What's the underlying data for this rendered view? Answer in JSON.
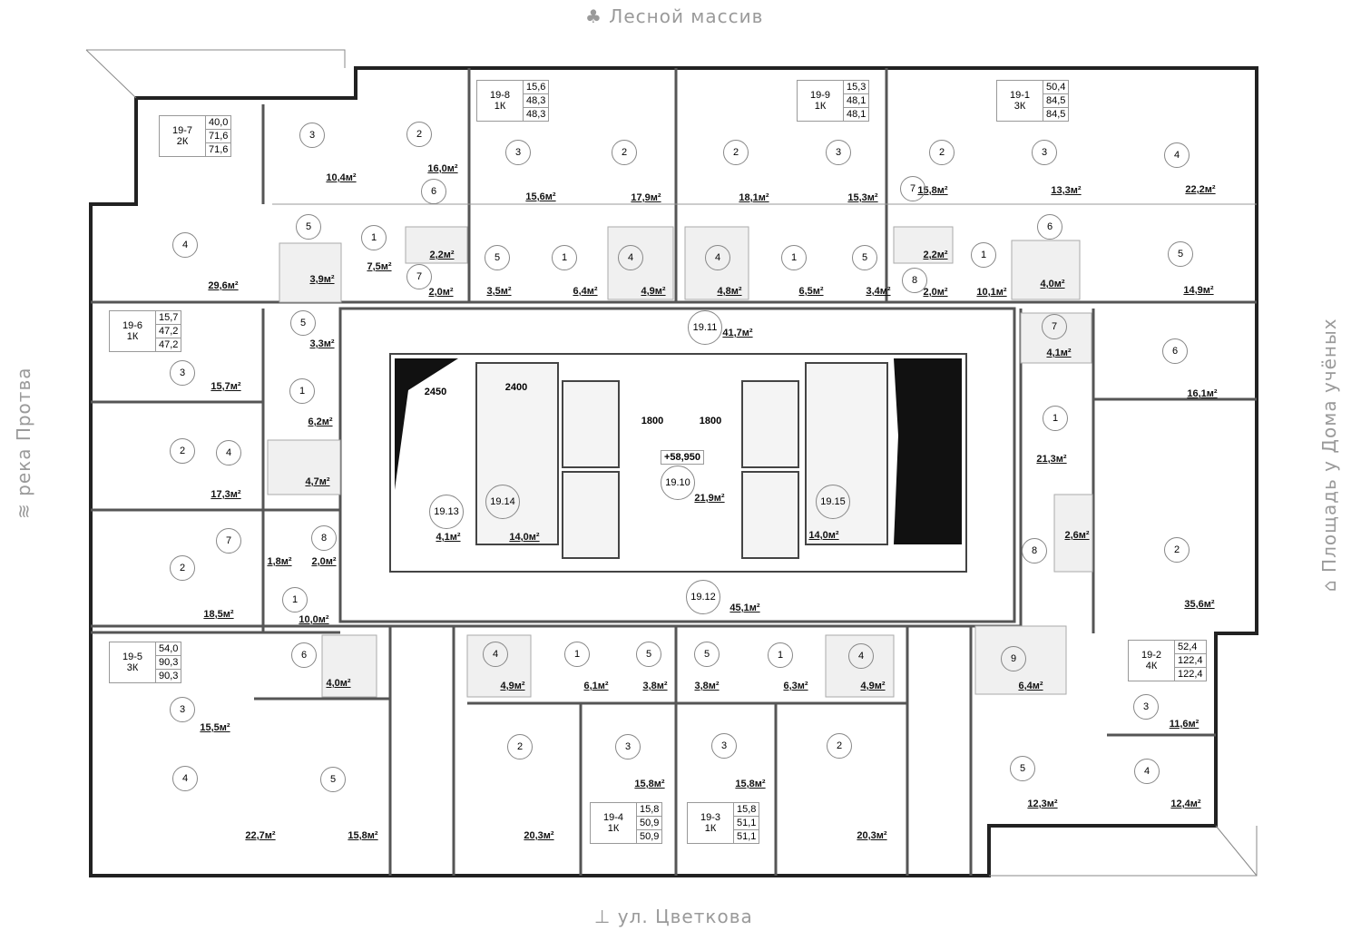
{
  "streets": {
    "top": "Лесной массив",
    "bottom": "ул. Цветкова",
    "left": "река Протва",
    "right": "Площадь у Дома учёных"
  },
  "apartments": [
    {
      "id": "19-7",
      "type": "2К",
      "living": "40,0",
      "total": "71,6",
      "total2": "71,6",
      "rooms": [
        {
          "num": "3",
          "area": "10,4м²"
        },
        {
          "num": "2",
          "area": "16,0м²"
        },
        {
          "num": "6",
          "area": "2,2м²"
        },
        {
          "num": "4",
          "area": "29,6м²"
        },
        {
          "num": "5",
          "area": "3,9м²"
        },
        {
          "num": "1",
          "area": "7,5м²"
        },
        {
          "num": "7",
          "area": "2,0м²"
        }
      ]
    },
    {
      "id": "19-8",
      "type": "1К",
      "living": "15,6",
      "total": "48,3",
      "total2": "48,3",
      "rooms": [
        {
          "num": "3",
          "area": "15,6м²"
        },
        {
          "num": "2",
          "area": "17,9м²"
        },
        {
          "num": "5",
          "area": "3,5м²"
        },
        {
          "num": "1",
          "area": "6,4м²"
        },
        {
          "num": "4",
          "area": "4,9м²"
        }
      ]
    },
    {
      "id": "19-9",
      "type": "1К",
      "living": "15,3",
      "total": "48,1",
      "total2": "48,1",
      "rooms": [
        {
          "num": "2",
          "area": "18,1м²"
        },
        {
          "num": "3",
          "area": "15,3м²"
        },
        {
          "num": "4",
          "area": "4,8м²"
        },
        {
          "num": "1",
          "area": "6,5м²"
        },
        {
          "num": "5",
          "area": "3,4м²"
        }
      ]
    },
    {
      "id": "19-1",
      "type": "3К",
      "living": "50,4",
      "total": "84,5",
      "total2": "84,5",
      "rooms": [
        {
          "num": "2",
          "area": "15,8м²"
        },
        {
          "num": "3",
          "area": "13,3м²"
        },
        {
          "num": "4",
          "area": "22,2м²"
        },
        {
          "num": "7",
          "area": "2,2м²"
        },
        {
          "num": "6",
          "area": "4,0м²"
        },
        {
          "num": "1",
          "area": "10,1м²"
        },
        {
          "num": "5",
          "area": "14,9м²"
        },
        {
          "num": "8",
          "area": "2,0м²"
        }
      ]
    },
    {
      "id": "19-6",
      "type": "1К",
      "living": "15,7",
      "total": "47,2",
      "total2": "47,2",
      "rooms": [
        {
          "num": "5",
          "area": "3,3м²"
        },
        {
          "num": "3",
          "area": "15,7м²"
        },
        {
          "num": "1",
          "area": "6,2м²"
        },
        {
          "num": "2",
          "area": "17,3м²"
        },
        {
          "num": "4",
          "area": "4,7м²"
        }
      ]
    },
    {
      "id": "19-5",
      "type": "3К",
      "living": "54,0",
      "total": "90,3",
      "total2": "90,3",
      "rooms": [
        {
          "num": "7",
          "area": "1,8м²"
        },
        {
          "num": "8",
          "area": "2,0м²"
        },
        {
          "num": "2",
          "area": "18,5м²"
        },
        {
          "num": "1",
          "area": "10,0м²"
        },
        {
          "num": "6",
          "area": "4,0м²"
        },
        {
          "num": "3",
          "area": "15,5м²"
        },
        {
          "num": "4",
          "area": "22,7м²"
        },
        {
          "num": "5",
          "area": "15,8м²"
        }
      ]
    },
    {
      "id": "19-4",
      "type": "1К",
      "living": "15,8",
      "total": "50,9",
      "total2": "50,9",
      "rooms": [
        {
          "num": "4",
          "area": "4,9м²"
        },
        {
          "num": "1",
          "area": "6,1м²"
        },
        {
          "num": "5",
          "area": "3,8м²"
        },
        {
          "num": "2",
          "area": "20,3м²"
        },
        {
          "num": "3",
          "area": "15,8м²"
        }
      ]
    },
    {
      "id": "19-3",
      "type": "1К",
      "living": "15,8",
      "total": "51,1",
      "total2": "51,1",
      "rooms": [
        {
          "num": "5",
          "area": "3,8м²"
        },
        {
          "num": "1",
          "area": "6,3м²"
        },
        {
          "num": "4",
          "area": "4,9м²"
        },
        {
          "num": "3",
          "area": "15,8м²"
        },
        {
          "num": "2",
          "area": "20,3м²"
        }
      ]
    },
    {
      "id": "19-2",
      "type": "4К",
      "living": "52,4",
      "total": "122,4",
      "total2": "122,4",
      "rooms": [
        {
          "num": "7",
          "area": "4,1м²"
        },
        {
          "num": "6",
          "area": "16,1м²"
        },
        {
          "num": "1",
          "area": "21,3м²"
        },
        {
          "num": "8",
          "area": "2,6м²"
        },
        {
          "num": "2",
          "area": "35,6м²"
        },
        {
          "num": "9",
          "area": "6,4м²"
        },
        {
          "num": "3",
          "area": "11,6м²"
        },
        {
          "num": "5",
          "area": "12,3м²"
        },
        {
          "num": "4",
          "area": "12,4м²"
        }
      ]
    }
  ],
  "common": [
    {
      "num": "19.11",
      "area": "41,7м²"
    },
    {
      "num": "19.10",
      "area": "21,9м²"
    },
    {
      "num": "19.13",
      "area": "4,1м²"
    },
    {
      "num": "19.14",
      "area": "14,0м²"
    },
    {
      "num": "19.15",
      "area": "14,0м²"
    },
    {
      "num": "19.12",
      "area": "45,1м²"
    }
  ],
  "dimensions": [
    "2450",
    "2400",
    "1800",
    "1800"
  ],
  "elevation": "+58,950"
}
